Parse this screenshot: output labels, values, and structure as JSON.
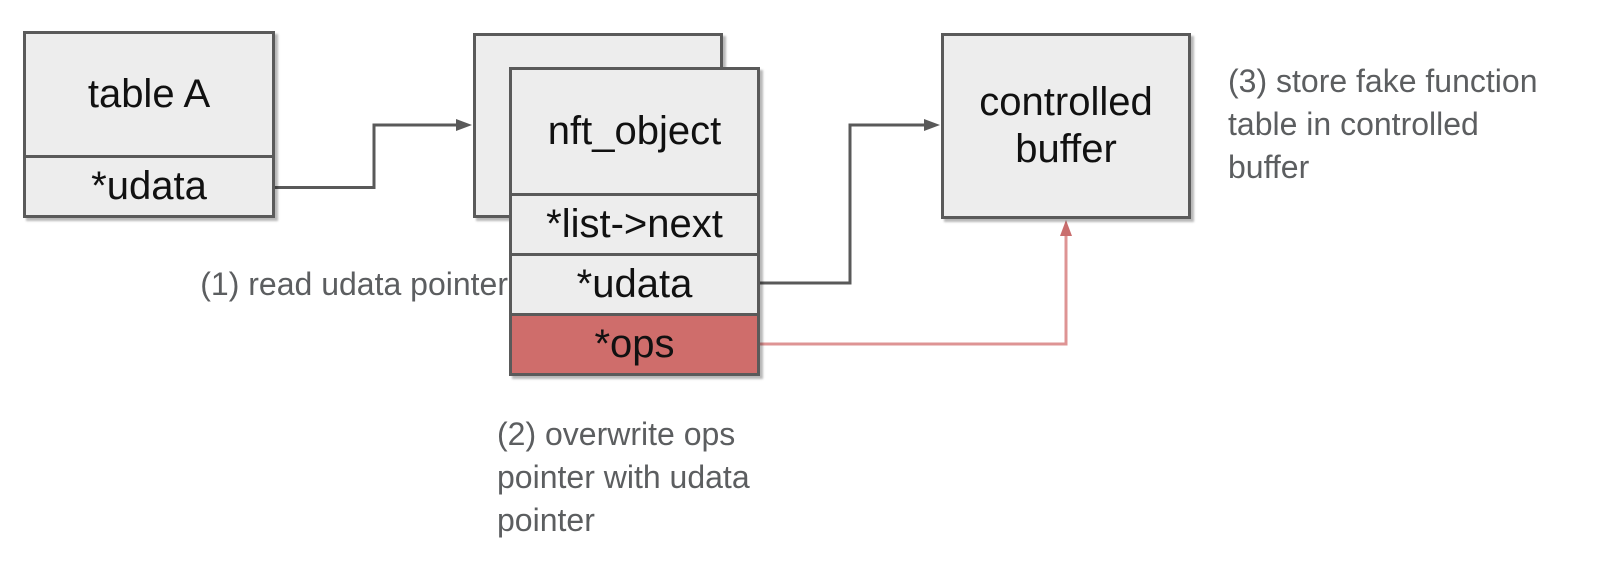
{
  "colors": {
    "box-fill": "#ededed",
    "box-border": "#5a5a5a",
    "highlight-fill": "#cf6d6b",
    "arrow-gray": "#595959",
    "arrow-red": "#de9494",
    "arrow-red-head": "#c96d6d",
    "annotation-text": "#5c5e60",
    "box-text": "#111111"
  },
  "boxes": {
    "table_a": {
      "title": "table A",
      "field_udata": "*udata"
    },
    "nft_object": {
      "title": "nft_object",
      "field_list_next": "*list->next",
      "field_udata": "*udata",
      "field_ops": "*ops",
      "highlighted_field": "*ops"
    },
    "controlled_buffer": {
      "title": "controlled\nbuffer"
    }
  },
  "annotations": {
    "step1": "(1) read udata pointer",
    "step2": "(2) overwrite ops\npointer with udata\npointer",
    "step3": "(3) store fake function\ntable in controlled\nbuffer"
  }
}
